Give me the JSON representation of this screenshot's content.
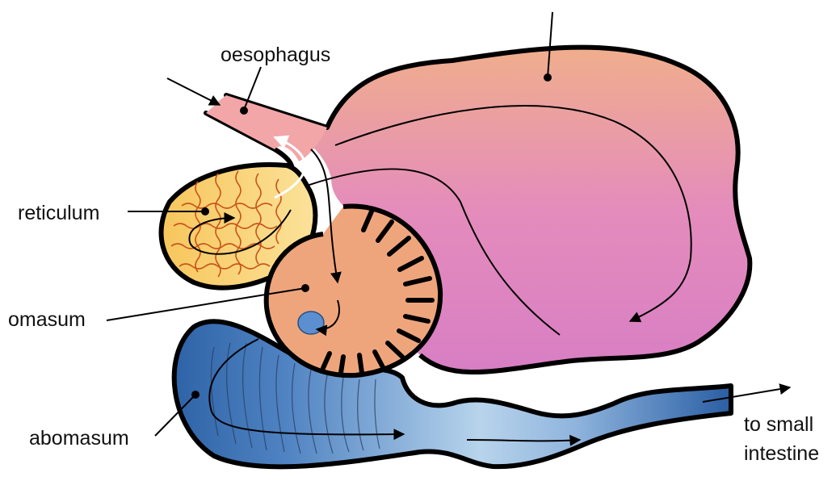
{
  "labels": {
    "oesophagus": "oesophagus",
    "reticulum": "reticulum",
    "omasum": "omasum",
    "abomasum": "abomasum",
    "outlet_line1": "to small",
    "outlet_line2": "intestine"
  },
  "colors": {
    "outline": "#000000",
    "rumen_top": "#f0ae8c",
    "rumen_bottom": "#d87ec4",
    "oesophagus": "#f2a6a8",
    "reticulum_fill": "#f8d070",
    "reticulum_folds": "#c8541a",
    "omasum_fill": "#efa57c",
    "omasum_pocket": "#5b8fd0",
    "abomasum_dark": "#2e63a7",
    "abomasum_light": "#b8d4ec",
    "regurgitation_arrow": "#ffffff"
  }
}
